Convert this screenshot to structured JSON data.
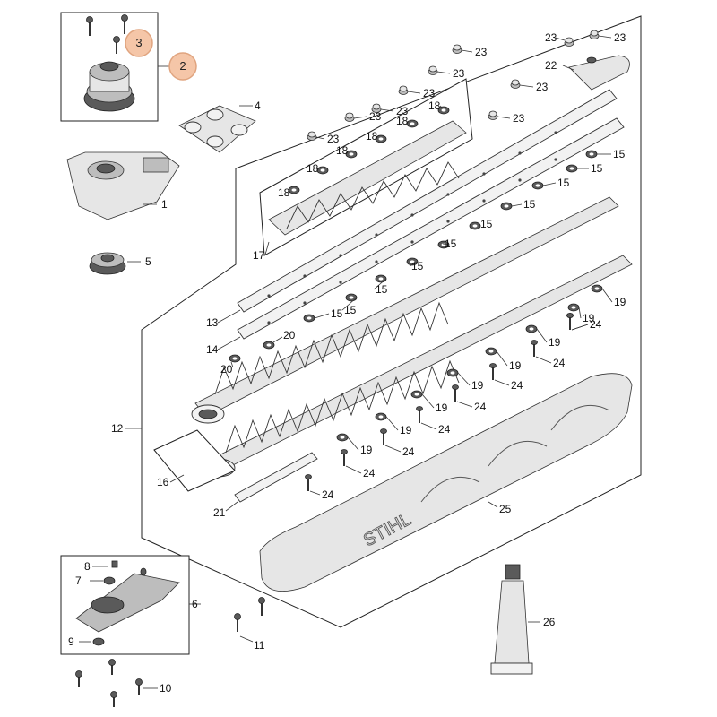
{
  "diagram": {
    "brand_text": "STIHL",
    "highlighted_callouts": [
      "3",
      "2"
    ],
    "labels": {
      "c1": "1",
      "c2": "2",
      "c3": "3",
      "c4": "4",
      "c5": "5",
      "c6": "6",
      "c7": "7",
      "c8": "8",
      "c9": "9",
      "c10": "10",
      "c11": "11",
      "c12": "12",
      "c13": "13",
      "c14": "14",
      "c16": "16",
      "c17": "17",
      "c21": "21",
      "c22": "22",
      "c25": "25",
      "c26": "26",
      "c15": "15",
      "c18": "18",
      "c19": "19",
      "c20": "20",
      "c23": "23",
      "c24": "24"
    }
  }
}
